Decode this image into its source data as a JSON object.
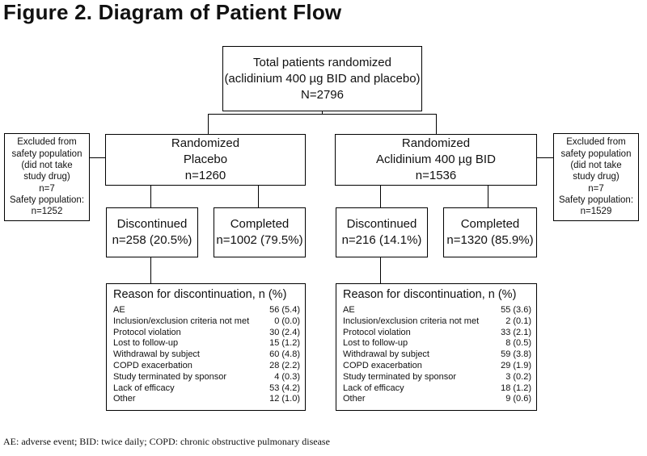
{
  "title": "Figure 2. Diagram of Patient Flow",
  "top": {
    "line1": "Total patients randomized",
    "line2": "(aclidinium 400 µg BID and placebo)",
    "line3": "N=2796"
  },
  "left_excluded": {
    "lines": [
      "Excluded from",
      "safety population",
      "(did not take",
      "study drug)",
      "n=7",
      "Safety population:",
      "n=1252"
    ]
  },
  "right_excluded": {
    "lines": [
      "Excluded from",
      "safety population",
      "(did not take",
      "study drug)",
      "n=7",
      "Safety population:",
      "n=1529"
    ]
  },
  "placebo": {
    "line1": "Randomized",
    "line2": "Placebo",
    "line3": "n=1260",
    "discontinued": {
      "label": "Discontinued",
      "value": "n=258 (20.5%)"
    },
    "completed": {
      "label": "Completed",
      "value": "n=1002 (79.5%)"
    },
    "reasons_header": "Reason for discontinuation, n (%)",
    "reasons": [
      {
        "label": "AE",
        "value": "56 (5.4)"
      },
      {
        "label": "Inclusion/exclusion criteria not met",
        "value": "0 (0.0)"
      },
      {
        "label": "Protocol violation",
        "value": "30 (2.4)"
      },
      {
        "label": "Lost to follow-up",
        "value": "15 (1.2)"
      },
      {
        "label": "Withdrawal by subject",
        "value": "60 (4.8)"
      },
      {
        "label": "COPD exacerbation",
        "value": "28 (2.2)"
      },
      {
        "label": "Study terminated by sponsor",
        "value": "4 (0.3)"
      },
      {
        "label": "Lack of efficacy",
        "value": "53 (4.2)"
      },
      {
        "label": "Other",
        "value": "12 (1.0)"
      }
    ]
  },
  "aclidinium": {
    "line1": "Randomized",
    "line2": "Aclidinium 400 µg BID",
    "line3": "n=1536",
    "discontinued": {
      "label": "Discontinued",
      "value": "n=216 (14.1%)"
    },
    "completed": {
      "label": "Completed",
      "value": "n=1320 (85.9%)"
    },
    "reasons_header": "Reason for discontinuation, n (%)",
    "reasons": [
      {
        "label": "AE",
        "value": "55 (3.6)"
      },
      {
        "label": "Inclusion/exclusion criteria not met",
        "value": "2 (0.1)"
      },
      {
        "label": "Protocol violation",
        "value": "33 (2.1)"
      },
      {
        "label": "Lost to follow-up",
        "value": "8 (0.5)"
      },
      {
        "label": "Withdrawal by subject",
        "value": "59 (3.8)"
      },
      {
        "label": "COPD exacerbation",
        "value": "29 (1.9)"
      },
      {
        "label": "Study terminated by sponsor",
        "value": "3 (0.2)"
      },
      {
        "label": "Lack of efficacy",
        "value": "18 (1.2)"
      },
      {
        "label": "Other",
        "value": "9 (0.6)"
      }
    ]
  },
  "footnote": "AE: adverse event; BID: twice daily; COPD: chronic obstructive pulmonary disease"
}
